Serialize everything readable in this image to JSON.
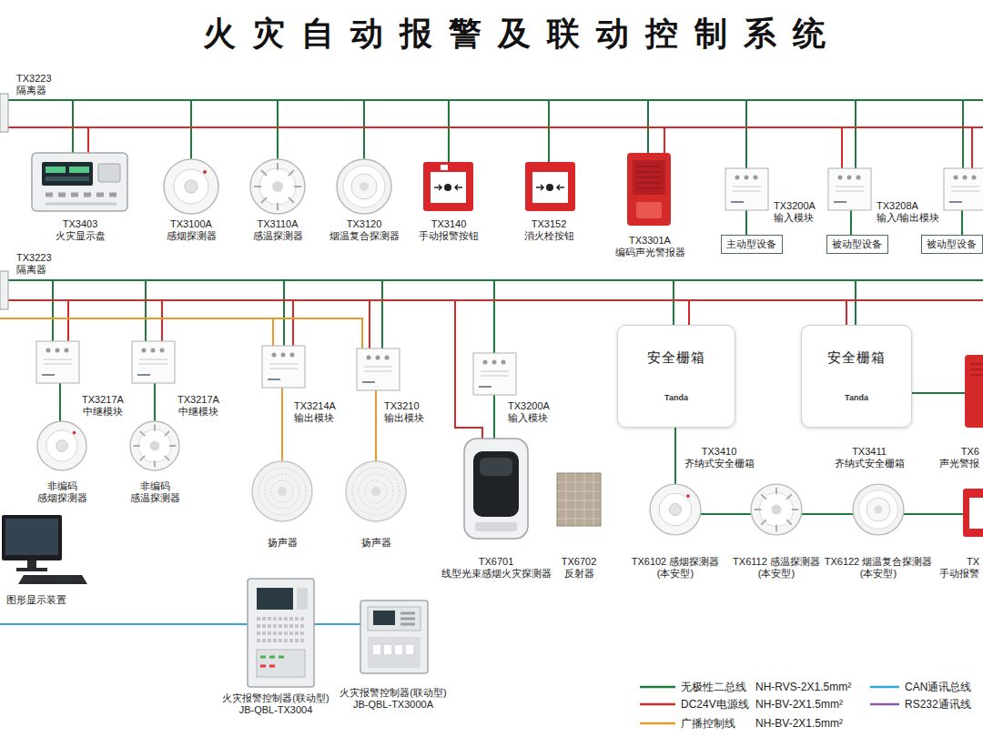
{
  "diagram": {
    "title": "火灾自动报警及联动控制系统",
    "nodes": [
      {
        "text": [
          "主动型设备"
        ]
      },
      {
        "text": [
          "被动型设备"
        ]
      },
      {
        "text": [
          "被动型设备"
        ]
      },
      {
        "text": [
          "安全栅箱",
          "Tanda"
        ]
      },
      {
        "text": [
          "安全栅箱",
          "Tanda"
        ]
      }
    ],
    "labels": [
      "TX3223 隔离器",
      "TX3403 火灾显示盘",
      "TX3100A 感烟探测器",
      "TX3110A 感温探测器",
      "TX3120 烟温复合探测器",
      "TX3140 手动报警按钮",
      "TX3152 消火栓按钮",
      "TX3301A 编码声光警报器",
      "TX3200A 输入模块",
      "TX3208A 输入/输出模块",
      "TX3223 隔离器",
      "TX3217A 中继模块",
      "TX3217A 中继模块",
      "TX3214A 输出模块",
      "TX3210 输出模块",
      "TX3200A 输入模块",
      "TX3410 齐纳式安全栅箱",
      "TX3411 齐纳式安全栅箱",
      "TX6 声光警报",
      "非编码 感烟探测器",
      "非编码 感温探测器",
      "扬声器",
      "扬声器",
      "TX6701 线型光束感烟火灾探测器",
      "TX6702 反射器",
      "TX6102 感烟探测器(本安型)",
      "TX6112 感温探测器(本安型)",
      "TX6122 烟温复合探测器(本安型)",
      "TX 手动报警",
      "图形显示装置",
      "火灾报警控制器(联动型) JB-QBL-TX3004",
      "火灾报警控制器(联动型) JB-QBL-TX3000A",
      "NH-RVS-2X1.5mm²",
      "NH-BV-2X1.5mm²",
      "NH-BV-2X1.5mm²"
    ],
    "legend": [
      {
        "text": "无极性二总线"
      },
      {
        "text": "CAN通讯总线"
      },
      {
        "text": "DC24V电源线"
      },
      {
        "text": "RS232通讯线"
      },
      {
        "text": "广播控制线"
      }
    ]
  }
}
